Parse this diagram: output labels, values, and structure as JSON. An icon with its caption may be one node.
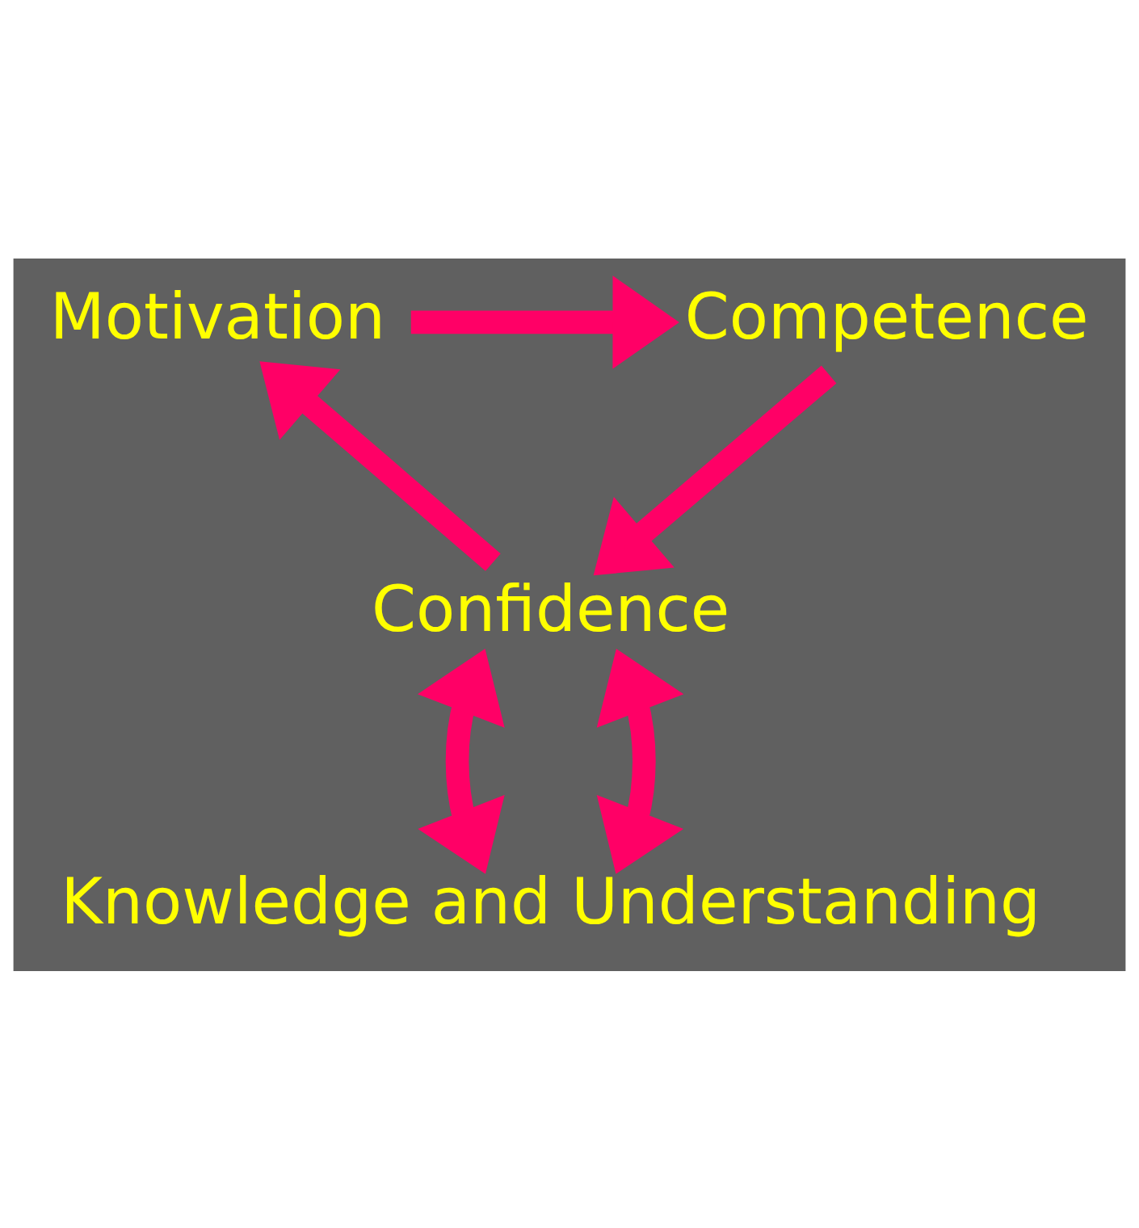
{
  "diagram": {
    "nodes": [
      {
        "text": [
          "Motivation"
        ]
      },
      {
        "text": [
          "Competence"
        ]
      },
      {
        "text": [
          "Confidence"
        ]
      },
      {
        "text": [
          "Knowledge and Understanding"
        ]
      }
    ],
    "edges": [
      {
        "from": 0,
        "to": 1,
        "arrow": "to"
      },
      {
        "from": 1,
        "to": 2,
        "arrow": "to"
      },
      {
        "from": 2,
        "to": 0,
        "arrow": "to"
      },
      {
        "from": 2,
        "to": 3,
        "arrow": "both"
      },
      {
        "from": 2,
        "to": 3,
        "arrow": "both"
      }
    ]
  }
}
